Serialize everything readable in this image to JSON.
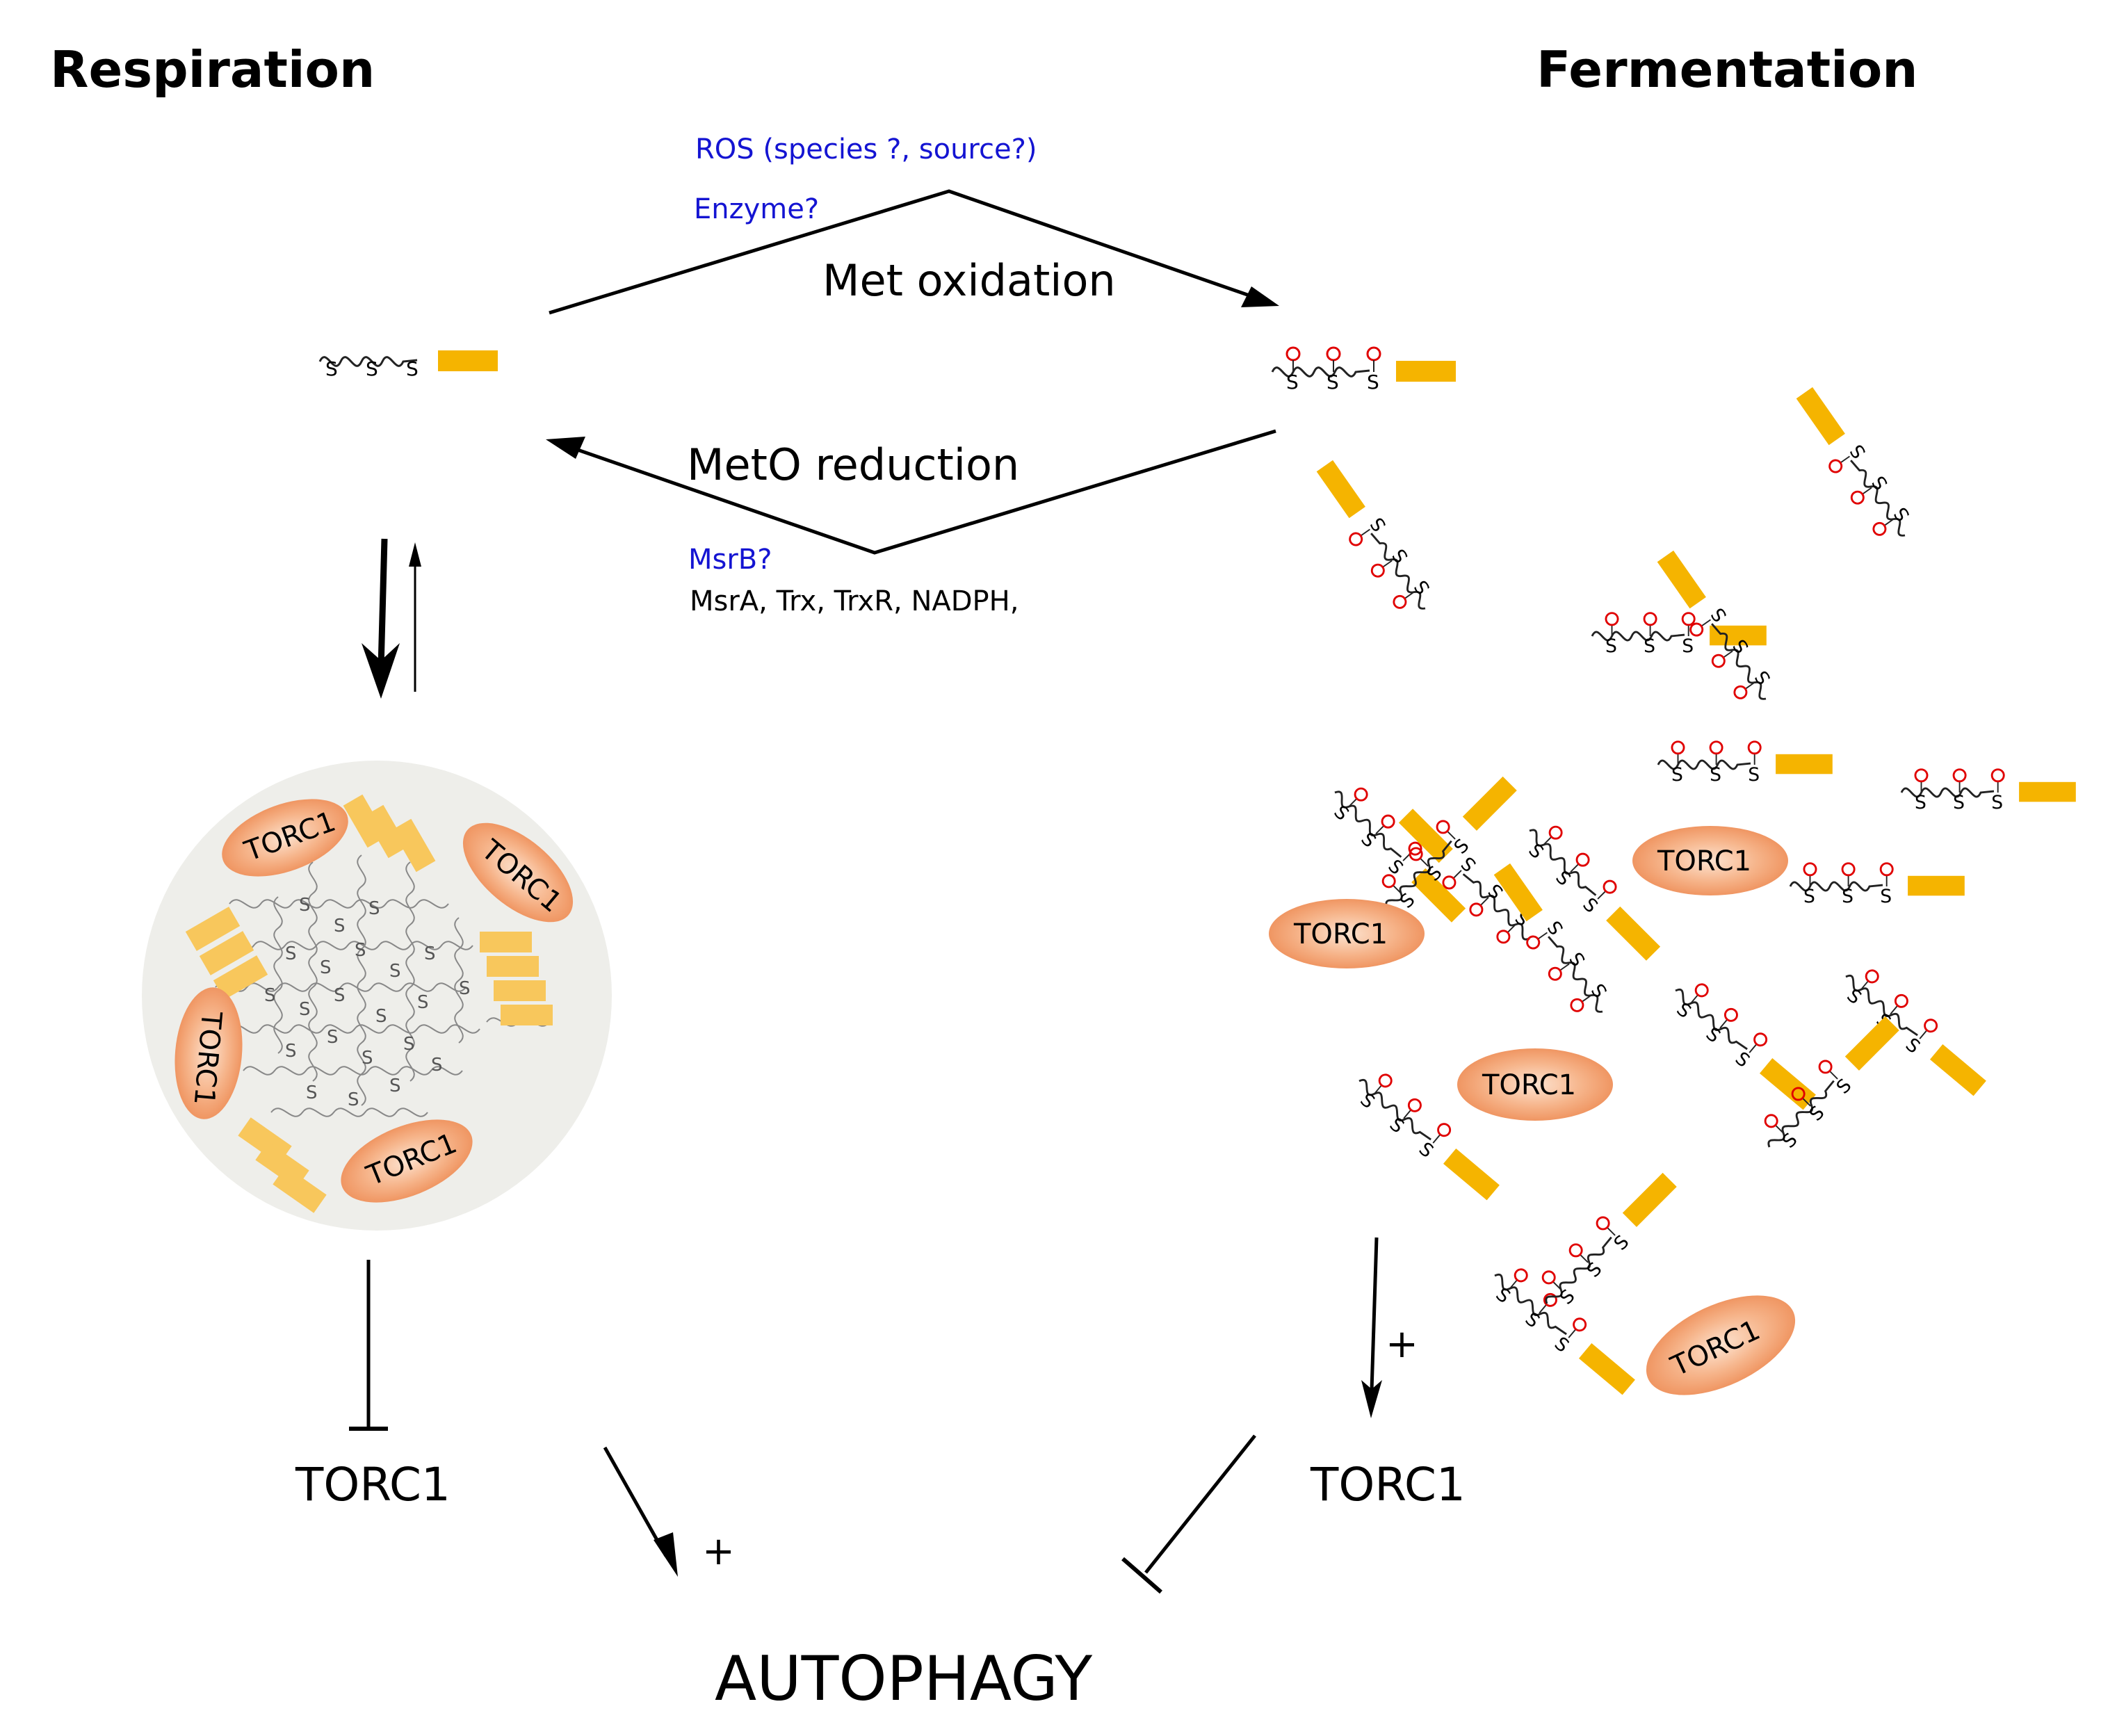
{
  "headings": {
    "left": "Respiration",
    "right": "Fermentation"
  },
  "oxidation": {
    "ros": "ROS (species ?, source?)",
    "enzyme": "Enzyme?",
    "label": "Met oxidation"
  },
  "reduction": {
    "label": "MetO reduction",
    "msrb": "MsrB?",
    "factors": "MsrA, Trx, TrxR, NADPH,"
  },
  "complex_labels": {
    "torc1": "TORC1",
    "sulfur": "S",
    "oxygen": "O"
  },
  "outcomes": {
    "left_torc1": "TORC1",
    "right_torc1": "TORC1",
    "plus": "+",
    "autophagy": "AUTOPHAGY"
  },
  "colors": {
    "tail": "#f5b400",
    "tail_pale": "#f8c75c",
    "oval": "#f2a070",
    "granule": "#eeeeea",
    "blue_text": "#1414d2",
    "oxygen": "#e00000"
  }
}
